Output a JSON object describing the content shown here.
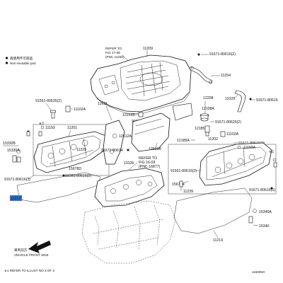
{
  "legend": {
    "non_reusable_jp": "再使用不可部品",
    "non_reusable_en": "Non-reusable part"
  },
  "refs": {
    "top_refer": [
      "REFER TO",
      "FIG 17-09",
      "(PNC 11291)"
    ],
    "mid_refer": [
      "REFER TO",
      "FIG 16-03",
      "(PNC 16877)"
    ],
    "front_jp": "車両前方",
    "front_en": "VEHICLE FRONT SIDE",
    "bottom_note": "※1 REFER TO ILLUST NO 3 OF 3",
    "figure_code": "115005G"
  },
  "part_numbers": {
    "p11209": "11209",
    "p91671_80616_2a": "91671-80616(2)",
    "p11254": "11254",
    "p11029": "11029",
    "p91671_80616_r": "91671-80616",
    "p91551_80635": "91551-80635(2)",
    "p11102_a": "11102A",
    "p12611": "12611",
    "p12208": "12208",
    "p12108a": "12108A",
    "p12254b": "12254B",
    "p90105": "90105",
    "p91671_80625": "91671-80625(2)",
    "p11193": "11193",
    "p11201": "11201",
    "p12612a": "12612A",
    "p12185": "12185",
    "p11102_b": "11102A",
    "p91671_80616_2b": "91671-80616(2)",
    "p15330b": "15330B",
    "p15330a": "15330A",
    "p11229": "11229",
    "p11202": "11202",
    "p12185a": "12185A",
    "p11193a": "11193A",
    "p12601b": "12601B",
    "p91671_80614_a": "91671-80614",
    "p11028": "11028",
    "p11213": "11213",
    "p15678d": "15678D",
    "p91551_80616_a": "91551-80616(2)",
    "p91671_80614_b": "91671-80614",
    "p91671_80616_3": "91671-80616(3)",
    "p91551_80616_b": "91551-80616(2)",
    "p15678e": "15678E",
    "p11239": "11239",
    "p91671_80616_5": "91671-80616(5)",
    "p15340a": "15340A",
    "p15340": "15340",
    "p11214": "11214"
  },
  "markers": {
    "m1": "※1"
  },
  "colors": {
    "highlight": "#2f6fd8",
    "line": "#111111"
  }
}
